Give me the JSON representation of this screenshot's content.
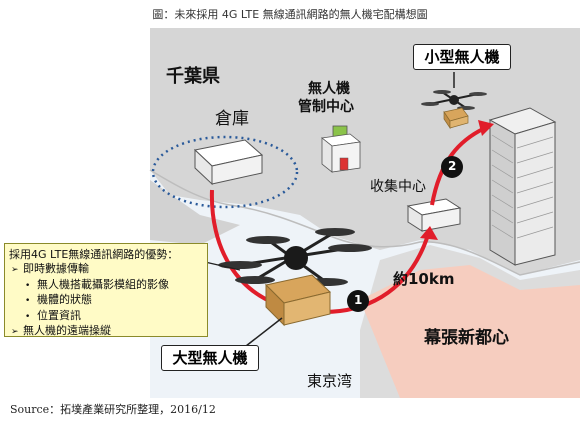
{
  "title": "圖：未來採用 4G LTE 無線通訊網路的無人機宅配構想圖",
  "source": "Source：拓墣產業研究所整理，2016/12",
  "labels": {
    "prefecture": "千葉県",
    "warehouse": "倉庫",
    "control_center": "無人機\n管制中心",
    "control_line1": "無人機",
    "control_line2": "管制中心",
    "small_drone": "小型無人機",
    "collection_center": "收集中心",
    "distance": "約10km",
    "large_drone": "大型無人機",
    "makuhari": "幕張新都心",
    "tokyo_bay": "東京湾",
    "step1": "1",
    "step2": "2"
  },
  "benefits": {
    "heading": "採用4G LTE無線通訊網路的優勢：",
    "items": [
      {
        "text": "即時數據傳輸",
        "level": 1
      },
      {
        "text": "無人機搭載攝影模組的影像",
        "level": 2
      },
      {
        "text": "機體的狀態",
        "level": 2
      },
      {
        "text": "位置資訊",
        "level": 2
      },
      {
        "text": "無人機的遠端操縱",
        "level": 1
      }
    ]
  },
  "colors": {
    "land": "#d9d9d9",
    "water": "#eaf2fa",
    "route": "#e11d2a",
    "makuhari_area": "#f7cfc3",
    "benefit_fill": "#fffbc6",
    "drone": "#222222",
    "package": "#d8a55c"
  }
}
